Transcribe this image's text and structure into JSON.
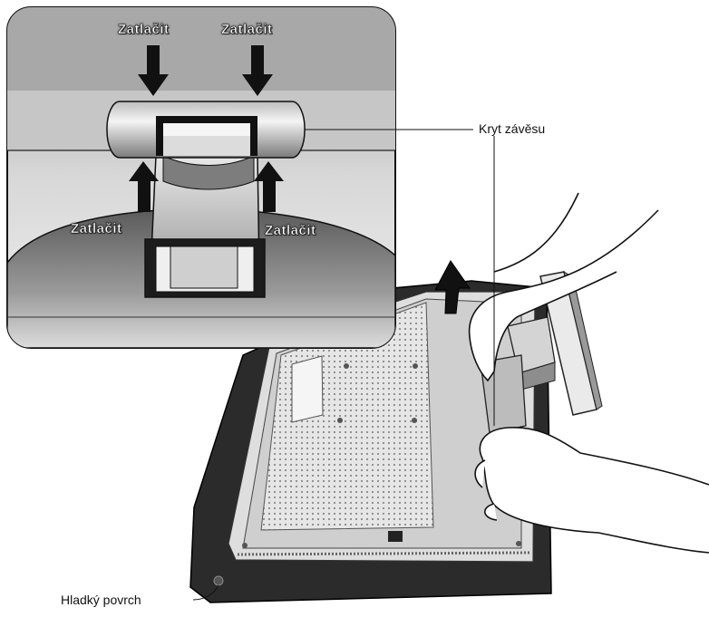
{
  "labels": {
    "hinge_cover": "Kryt závěsu",
    "smooth_surface": "Hladký povrch",
    "push_top_left": "Zatlačit",
    "push_top_right": "Zatlačit",
    "push_bottom_left": "Zatlačit",
    "push_bottom_right": "Zatlačit"
  },
  "icons": {
    "push_arrow": "arrow-icon"
  }
}
